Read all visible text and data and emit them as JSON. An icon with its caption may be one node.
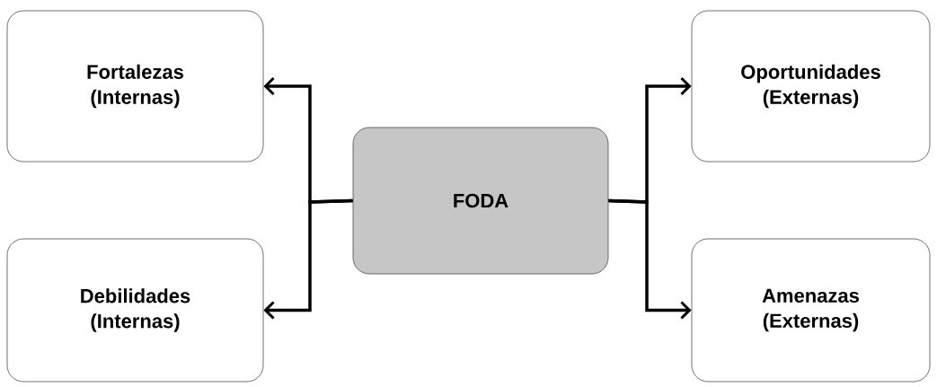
{
  "diagram": {
    "nodes": [
      {
        "text": [
          "Fortalezas (Internas)"
        ]
      },
      {
        "text": [
          "Oportunidades (Externas)"
        ]
      },
      {
        "text": [
          "FODA"
        ]
      },
      {
        "text": [
          "Debilidades (Internas)"
        ]
      },
      {
        "text": [
          "Amenazas (Externas)"
        ]
      }
    ],
    "edges": [
      {
        "from": 2,
        "to": 0,
        "arrow": "to"
      },
      {
        "from": 2,
        "to": 3,
        "arrow": "to"
      },
      {
        "from": 2,
        "to": 1,
        "arrow": "to"
      },
      {
        "from": 2,
        "to": 4,
        "arrow": "to"
      }
    ]
  }
}
